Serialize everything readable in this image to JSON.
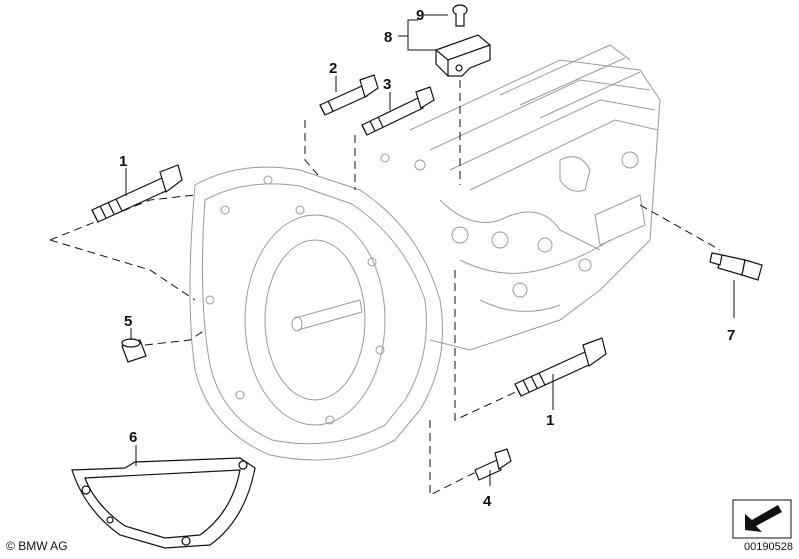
{
  "diagram": {
    "callouts": {
      "c1a": "1",
      "c1b": "1",
      "c2": "2",
      "c3": "3",
      "c4": "4",
      "c5": "5",
      "c6": "6",
      "c7": "7",
      "c8": "8",
      "c9": "9"
    },
    "copyright": "BMW AG",
    "diagram_number": "00190528",
    "icons": [
      "copyright-icon",
      "direction-arrow-icon"
    ],
    "colors": {
      "line": "#111111",
      "ghost": "#9a9a9a",
      "paper": "#ffffff"
    }
  }
}
